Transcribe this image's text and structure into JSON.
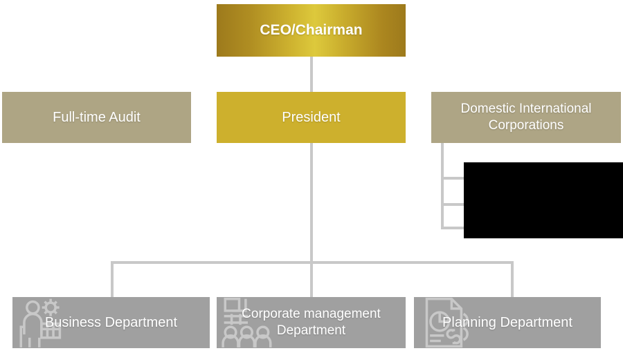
{
  "chart_data": {
    "type": "diagram",
    "title": "Organizational Chart",
    "diagram_kind": "org-chart",
    "levels": 3,
    "nodes": [
      {
        "id": "ceo",
        "label": "CEO/Chairman",
        "level": 1,
        "color": "#cfb430"
      },
      {
        "id": "audit",
        "label": "Full-time Audit",
        "level": 2,
        "color": "#aea584"
      },
      {
        "id": "president",
        "label": "President",
        "level": 2,
        "color": "#cdb02d"
      },
      {
        "id": "domestic",
        "label": "Domestic International\nCorporations",
        "level": 2,
        "color": "#aea585"
      },
      {
        "id": "redacted",
        "label": "",
        "level": 3,
        "color": "#000000"
      },
      {
        "id": "business",
        "label": "Business Department",
        "level": 3,
        "color": "#a0a0a0"
      },
      {
        "id": "corporate",
        "label": "Corporate management\nDepartment",
        "level": 3,
        "color": "#a0a0a0"
      },
      {
        "id": "planning",
        "label": "Planning Department",
        "level": 3,
        "color": "#a0a0a0"
      }
    ],
    "edges": [
      {
        "from": "ceo",
        "to": "president"
      },
      {
        "from": "president",
        "to": "business"
      },
      {
        "from": "president",
        "to": "corporate"
      },
      {
        "from": "president",
        "to": "planning"
      },
      {
        "from": "domestic",
        "to": "redacted"
      }
    ]
  },
  "nodes": {
    "ceo": {
      "label": "CEO/Chairman"
    },
    "audit": {
      "label": "Full-time Audit"
    },
    "president": {
      "label": "President"
    },
    "domestic": {
      "label": "Domestic International\nCorporations"
    },
    "business": {
      "label": "Business Department"
    },
    "corporate": {
      "label": "Corporate management\nDepartment"
    },
    "planning": {
      "label": "Planning Department"
    },
    "redacted": {
      "label": ""
    }
  },
  "icons": {
    "business": "worker-gear-icon",
    "corporate": "people-group-icon",
    "planning": "document-chart-dollar-icon"
  },
  "colors": {
    "gold_gradient_dark": "#9d7a1c",
    "gold_gradient_light": "#ddc93c",
    "gold_solid": "#cdb02d",
    "khaki": "#aea584",
    "department_gray": "#a0a0a0",
    "connector_gray": "#c8c8c8",
    "redaction_black": "#000000",
    "text_white": "#ffffff",
    "background": "#ffffff"
  }
}
